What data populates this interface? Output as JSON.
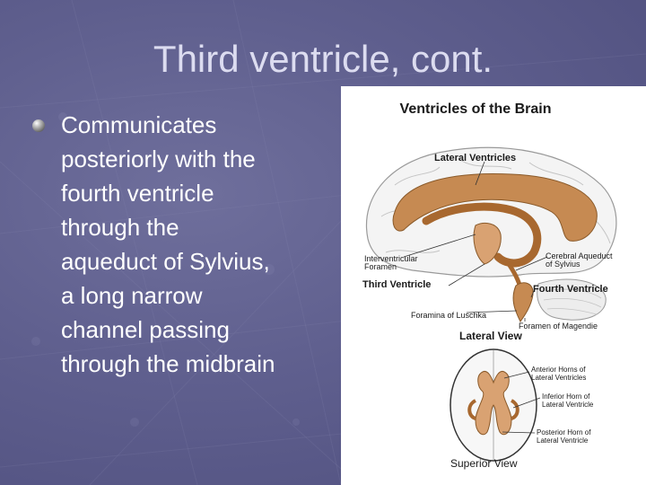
{
  "slide": {
    "title": "Third ventricle, cont.",
    "bullet": "Communicates\nposteriorly with the\nfourth ventricle\nthrough the\naqueduct of Sylvius,\na long narrow\nchannel passing\nthrough the midbrain"
  },
  "figure": {
    "heading": "Ventricles of the Brain",
    "labels": {
      "lateral_ventricles": "Lateral Ventricles",
      "interventricular_1": "Interventricular",
      "interventricular_2": "Foramen",
      "cerebral_aqueduct_1": "Cerebral Aqueduct",
      "cerebral_aqueduct_2": "of Sylvius",
      "third_ventricle": "Third Ventricle",
      "fourth_ventricle": "Fourth Ventricle",
      "foramina_luschka": "Foramina of Luschka",
      "foramen_magendie": "Foramen of Magendie",
      "lateral_view": "Lateral View",
      "anterior_horns_1": "Anterior Horns of",
      "anterior_horns_2": "Lateral Ventricles",
      "inferior_horn_1": "Inferior Horn of",
      "inferior_horn_2": "Lateral Ventricle",
      "posterior_horn_1": "Posterior Horn of",
      "posterior_horn_2": "Lateral Ventricle",
      "superior_view": "Superior View"
    }
  },
  "colors": {
    "background": "#5f5f8e",
    "title_text": "#dcdcf0",
    "body_text": "#ffffff",
    "ventricle_fill": "#c68a52",
    "ventricle_dark": "#a8682f"
  }
}
